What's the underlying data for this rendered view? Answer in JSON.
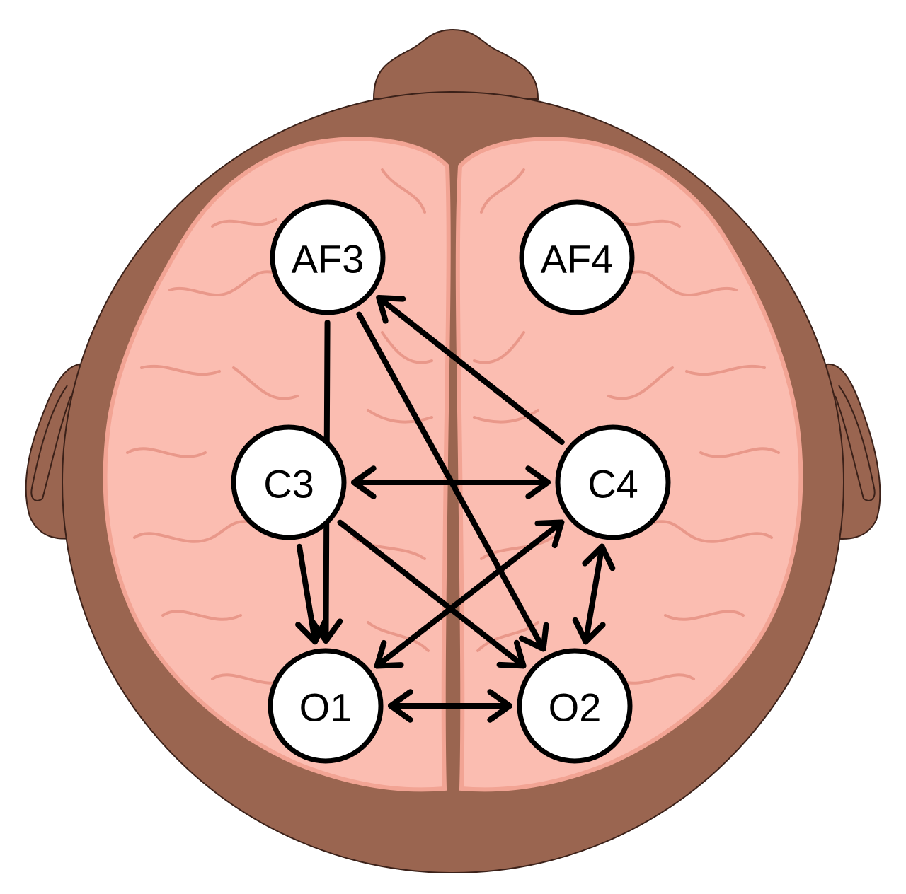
{
  "colors": {
    "head": "#9a6550",
    "head_outline": "#3b2119",
    "brain": "#fbbdb1",
    "brain_shadow": "#f2a494",
    "gyri": "#e9988a",
    "electrode_fill": "#ffffff",
    "electrode_stroke": "#000000",
    "arrow": "#000000"
  },
  "electrodes": [
    {
      "id": "AF3",
      "label": "AF3"
    },
    {
      "id": "AF4",
      "label": "AF4"
    },
    {
      "id": "C3",
      "label": "C3"
    },
    {
      "id": "C4",
      "label": "C4"
    },
    {
      "id": "O1",
      "label": "O1"
    },
    {
      "id": "O2",
      "label": "O2"
    }
  ],
  "connections": [
    {
      "from": "AF3",
      "to": "O1",
      "direction": "forward"
    },
    {
      "from": "AF3",
      "to": "O2",
      "direction": "forward"
    },
    {
      "from": "C4",
      "to": "AF3",
      "direction": "forward"
    },
    {
      "from": "C3",
      "to": "C4",
      "direction": "both"
    },
    {
      "from": "C3",
      "to": "O1",
      "direction": "forward"
    },
    {
      "from": "C3",
      "to": "O2",
      "direction": "forward"
    },
    {
      "from": "O1",
      "to": "C4",
      "direction": "both"
    },
    {
      "from": "C4",
      "to": "O2",
      "direction": "both"
    },
    {
      "from": "O1",
      "to": "O2",
      "direction": "both"
    }
  ]
}
